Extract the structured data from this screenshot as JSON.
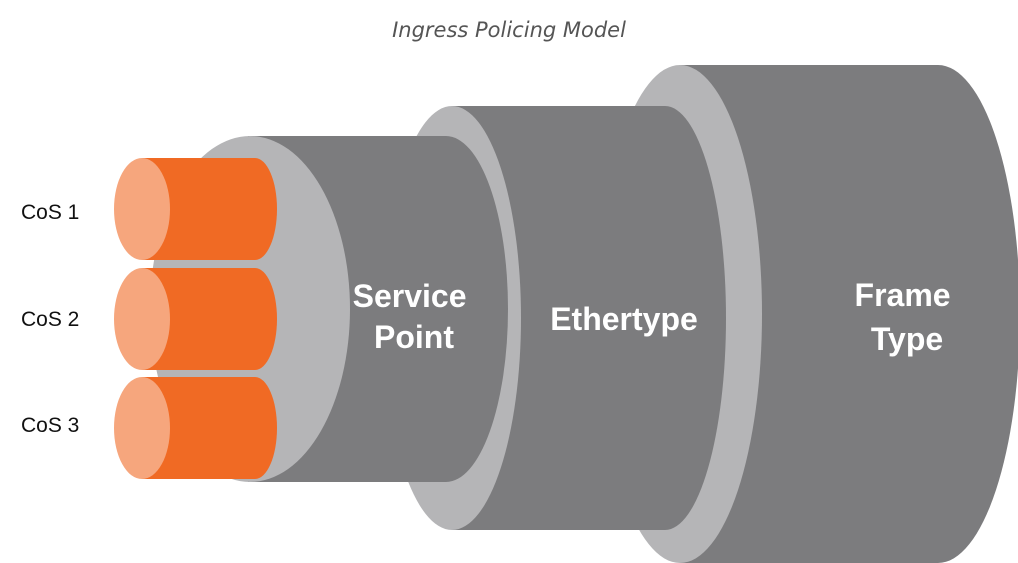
{
  "diagram": {
    "title": "Ingress Policing Model",
    "layers": {
      "frame_type": {
        "line1": "Frame",
        "line2": "Type"
      },
      "ethertype": {
        "label": "Ethertype"
      },
      "service_point": {
        "line1": "Service",
        "line2": "Point"
      }
    },
    "cos_labels": [
      "CoS 1",
      "CoS 2",
      "CoS 3"
    ],
    "colors": {
      "cylinder_body": "#7c7c7e",
      "cylinder_ring": "#b5b5b7",
      "cos_body": "#f06a24",
      "cos_face": "#f6a67d",
      "label_text": "#ffffff",
      "title_text": "#555555"
    }
  }
}
